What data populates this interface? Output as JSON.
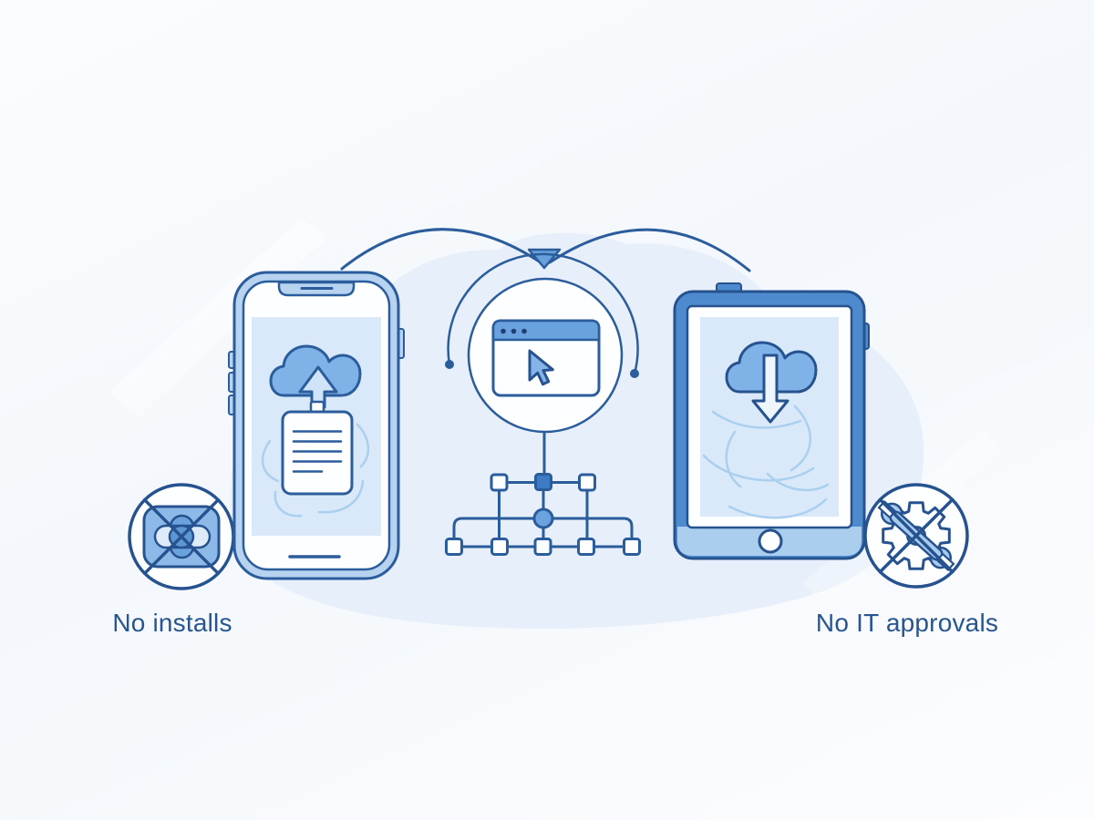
{
  "captions": {
    "left": "No installs",
    "right": "No IT approvals"
  },
  "icons": {
    "left_badge": "no-installs-prohibition-badge",
    "right_badge": "no-it-approvals-prohibition-badge",
    "phone": "smartphone-cloud-upload",
    "tablet": "tablet-cloud-download",
    "center": "browser-window-with-cursor",
    "diagram": "network-topology-diagram",
    "connectors": "device-sync-arcs"
  },
  "colors": {
    "outline": "#2b5c9c",
    "deep_outline": "#26538f",
    "medium_blue": "#4e8bce",
    "sky_blue": "#7fb2e7",
    "light_blue": "#b7d3f0",
    "screen_blue": "#d9e9f9",
    "blob_blue": "#e6effa",
    "swirl_blue": "#aacfef",
    "window_bar_blue": "#69a2dc",
    "node_fill_blue": "#3d7cc4",
    "node_circle_blue": "#6aa3dd",
    "text_blue": "#27568f",
    "white": "#fdfeff"
  }
}
